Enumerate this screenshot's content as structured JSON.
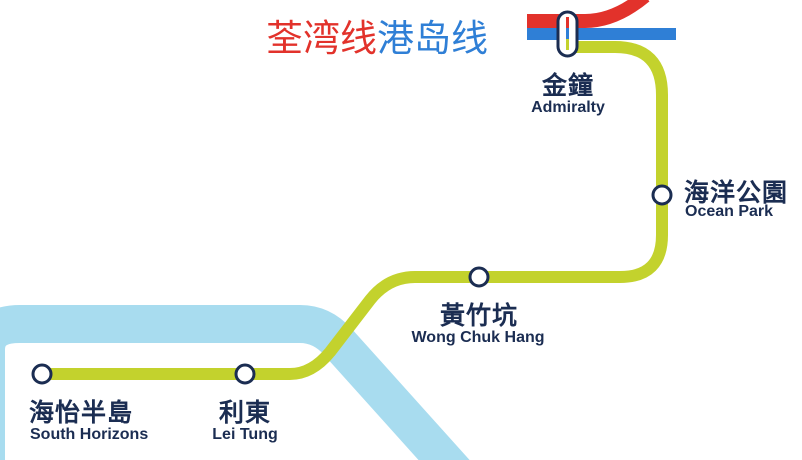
{
  "legend": {
    "tsuen_wan_line": {
      "label": "荃湾线",
      "color": "#e2322b"
    },
    "island_line": {
      "label": "港岛线",
      "color": "#2f7fd6"
    }
  },
  "south_island_line_color": "#c3d22d",
  "water_color": "#a8dcef",
  "station_color": "#1b2d52",
  "stations": [
    {
      "zh": "金鐘",
      "en": "Admiralty",
      "interchange": true
    },
    {
      "zh": "海洋公園",
      "en": "Ocean Park"
    },
    {
      "zh": "黃竹坑",
      "en": "Wong Chuk Hang"
    },
    {
      "zh": "利東",
      "en": "Lei Tung"
    },
    {
      "zh": "海怡半島",
      "en": "South Horizons"
    }
  ]
}
